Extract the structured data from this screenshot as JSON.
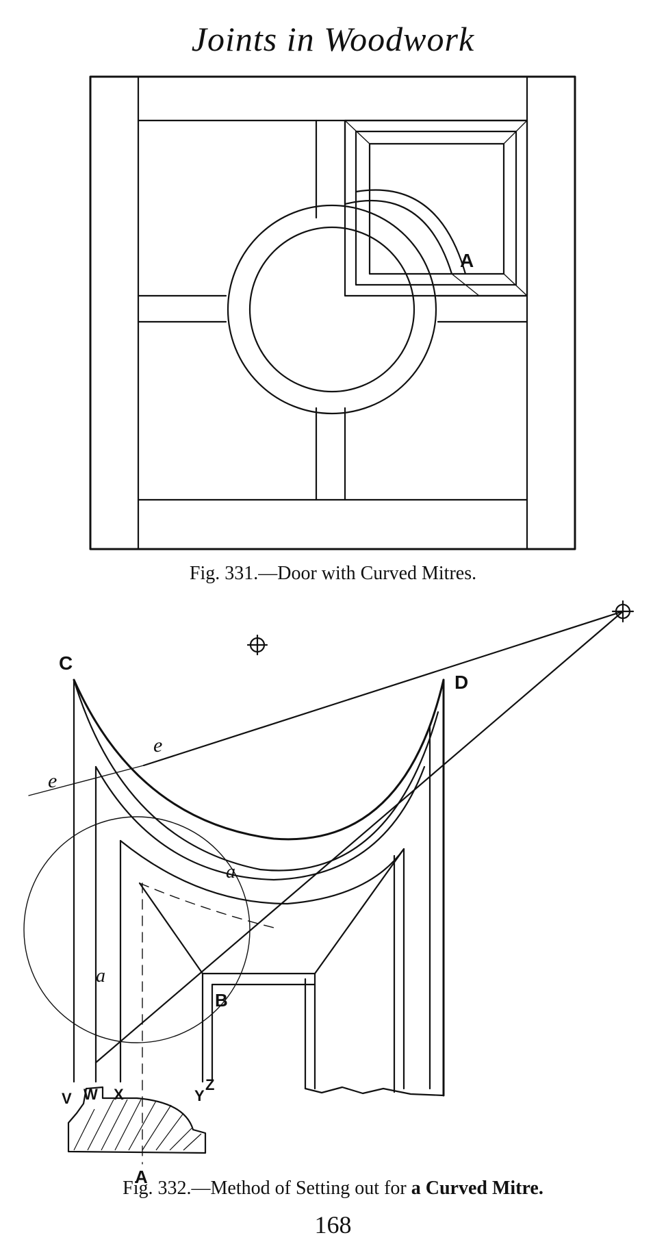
{
  "page": {
    "title": "Joints in Woodwork",
    "page_number": "168"
  },
  "figure_331": {
    "caption": "Fig. 331.—Door with Curved Mitres.",
    "labels": {
      "a": "A"
    }
  },
  "figure_332": {
    "caption_prefix": "Fig. 332.—Method of Setting out for ",
    "caption_bold": "a Curved Mitre.",
    "labels": {
      "c": "C",
      "d": "D",
      "b": "B",
      "a": "A",
      "e1": "e",
      "e2": "e",
      "a_lower1": "a",
      "a_lower2": "a",
      "v": "V",
      "w": "W",
      "x": "X",
      "y": "Y",
      "z": "Z"
    }
  }
}
